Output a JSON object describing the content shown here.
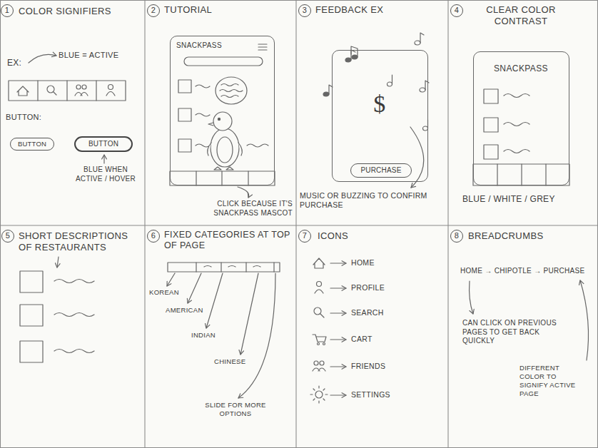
{
  "diagram": {
    "nodes": [
      {
        "text": [
          "COLOR SIGNIFIERS"
        ]
      },
      {
        "text": [
          "1"
        ],
        "in": 0
      },
      {
        "text": [
          "BUTTON"
        ],
        "in": 0
      },
      {
        "text": [
          "BUTTON"
        ],
        "in": 0
      },
      {
        "text": [
          "TUTORIAL"
        ]
      },
      {
        "text": [
          "2"
        ],
        "in": 4
      },
      {
        "text": [
          "SNACKPASS"
        ],
        "in": 4
      },
      {
        "text": [
          "FEEDBACK EX"
        ]
      },
      {
        "text": [
          "3"
        ],
        "in": 7
      },
      {
        "text": [
          "$"
        ],
        "in": 7
      },
      {
        "text": [
          "PURCHASE"
        ],
        "in": 9
      },
      {
        "text": [
          "CLEAR COLOR CONTRAST"
        ]
      },
      {
        "text": [
          "4"
        ],
        "in": 11
      },
      {
        "text": [
          "SNACKPASS"
        ],
        "in": 11
      },
      {
        "text": [
          "SHORT DESCRIPTIONS OF RESTAURANTS"
        ]
      },
      {
        "text": [
          "5"
        ],
        "in": 14
      },
      {
        "text": [
          "FIXED CATEGORIES AT TOP OF PAGE"
        ]
      },
      {
        "text": [
          "6"
        ],
        "in": 16
      },
      {
        "text": [
          "ICONS"
        ]
      },
      {
        "text": [
          "7"
        ],
        "in": 18
      },
      {
        "text": [
          "BREADCRUMBS"
        ]
      },
      {
        "text": [
          "8"
        ],
        "in": 20
      }
    ],
    "labels": [
      "EX:",
      "BLUE = ACTIVE",
      "BUTTON:",
      "BLUE WHEN ACTIVE / HOVER",
      "CLICK BECAUSE IT'S SNACKPASS MASCOT",
      "MUSIC OR BUZZING TO CONFIRM PURCHASE",
      "BLUE / WHITE / GREY",
      "KOREAN",
      "AMERICAN",
      "INDIAN",
      "CHINESE",
      "SLIDE FOR MORE OPTIONS",
      "HOME",
      "PROFILE",
      "SEARCH",
      "CART",
      "FRIENDS",
      "SETTINGS",
      "HOME → CHIPOTLE → PURCHASE",
      "CAN CLICK ON PREVIOUS PAGES TO GET BACK QUICKLY",
      "DIFFERENT COLOR TO SIGNIFY ACTIVE PAGE"
    ]
  }
}
